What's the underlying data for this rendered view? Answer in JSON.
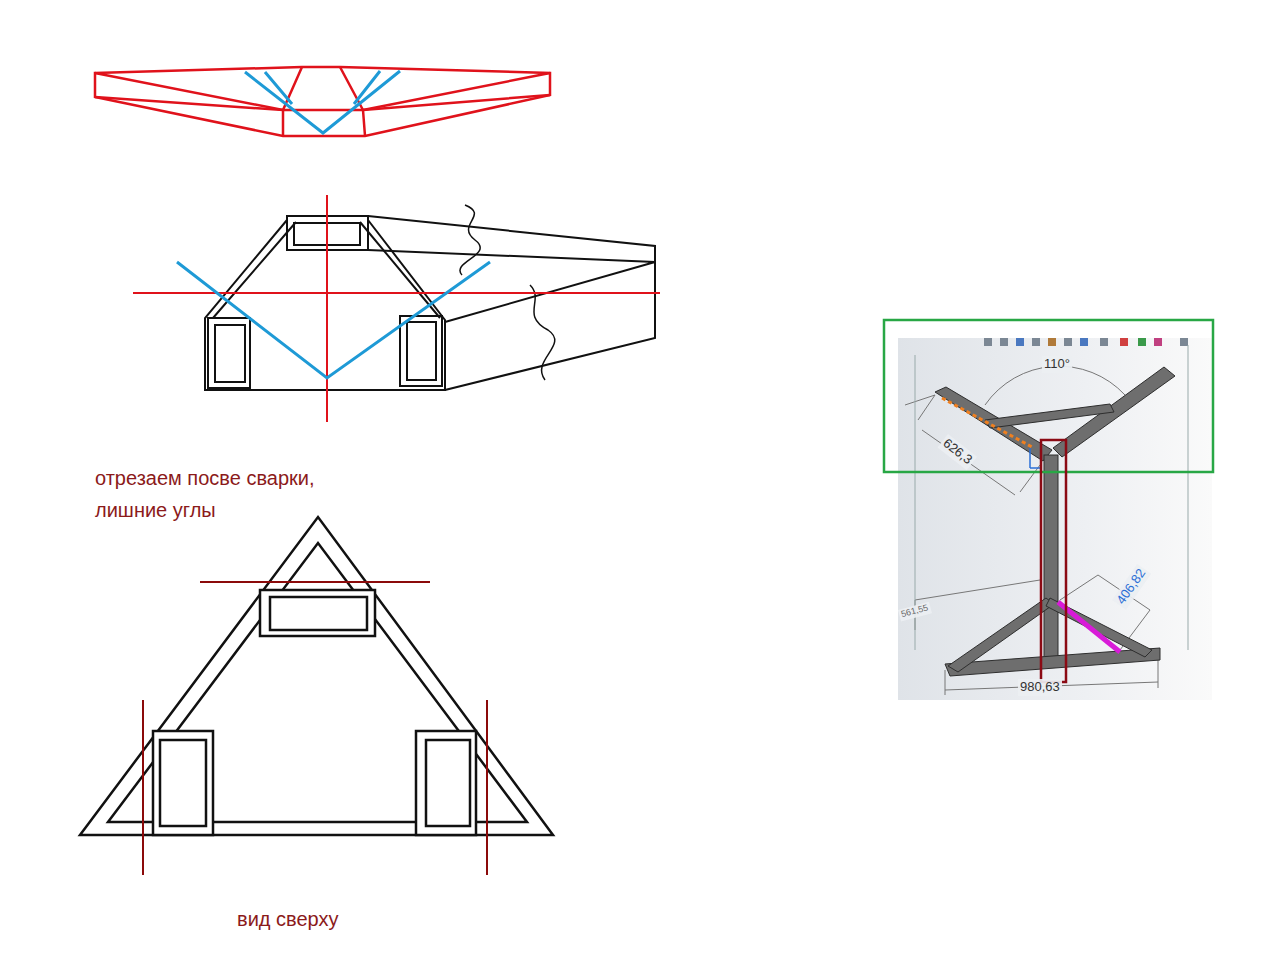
{
  "diagram": {
    "labels": [
      "отрезаем посве сварки, лишние углы",
      "вид сверху",
      "110°",
      "626,3",
      "406,82",
      "561,55",
      "980,63"
    ]
  }
}
